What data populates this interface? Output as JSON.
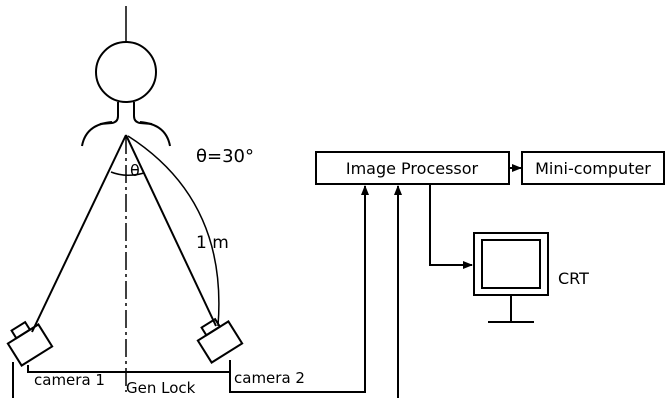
{
  "labels": {
    "theta_value": "θ=30°",
    "theta_symbol": "θ",
    "distance": "1 m",
    "image_processor": "Image Processor",
    "mini_computer": "Mini-computer",
    "crt": "CRT",
    "camera1": "camera 1",
    "camera2": "camera 2",
    "gen_lock": "Gen Lock"
  },
  "icons": {
    "head": "person-head-icon",
    "camera": "camera-icon",
    "monitor": "crt-monitor-icon",
    "arrow": "arrow-icon"
  },
  "colors": {
    "stroke": "#000000",
    "background": "#ffffff"
  }
}
